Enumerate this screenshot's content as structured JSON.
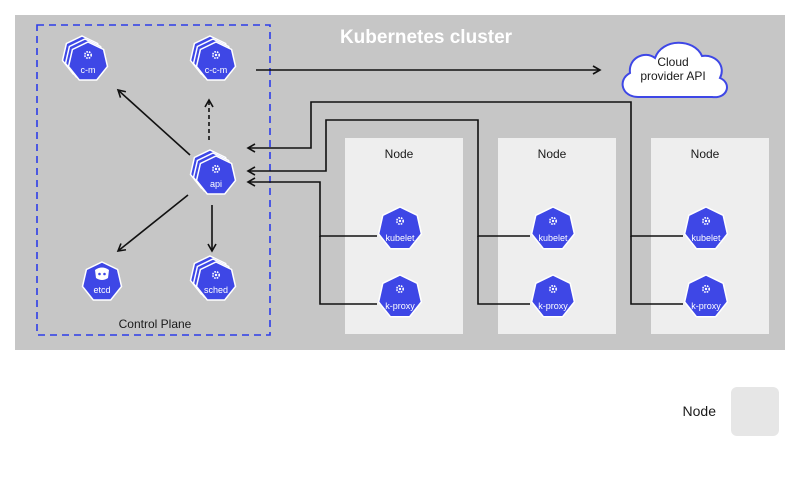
{
  "cluster": {
    "title": "Kubernetes cluster"
  },
  "control_plane": {
    "label": "Control Plane",
    "components": {
      "cm": "c-m",
      "ccm": "c-c-m",
      "api": "api",
      "etcd": "etcd",
      "sched": "sched"
    }
  },
  "cloud": {
    "line1": "Cloud",
    "line2": "provider API"
  },
  "nodes": [
    {
      "label": "Node",
      "kubelet": "kubelet",
      "proxy": "k-proxy"
    },
    {
      "label": "Node",
      "kubelet": "kubelet",
      "proxy": "k-proxy"
    },
    {
      "label": "Node",
      "kubelet": "kubelet",
      "proxy": "k-proxy"
    }
  ],
  "legend": {
    "label": "Node"
  },
  "colors": {
    "cluster_bg": "#c6c6c6",
    "node_bg": "#eeeeee",
    "k8s_blue": "#3e47e6",
    "cp_border": "#2d3de8",
    "cluster_title": "#ffffff",
    "text": "#1a1a1a"
  }
}
